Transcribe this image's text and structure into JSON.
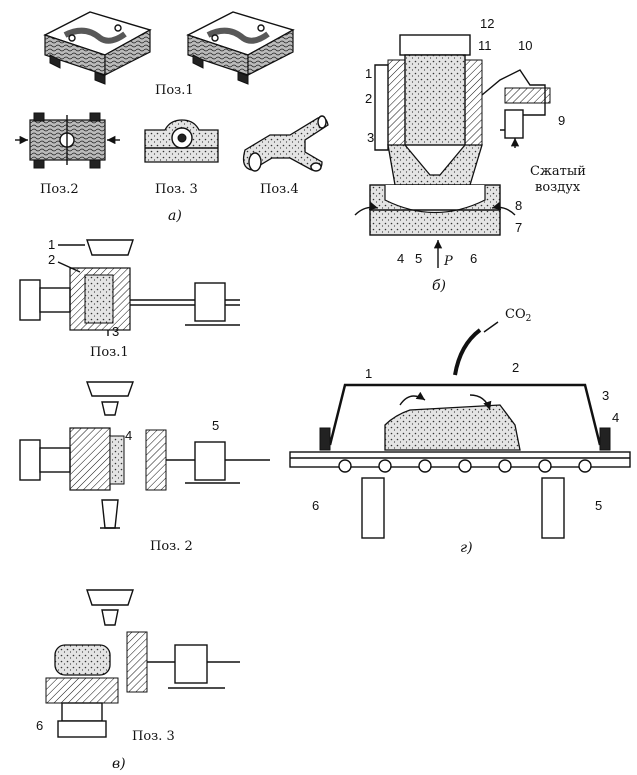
{
  "panels": {
    "a": {
      "caption": "а)",
      "poz1": "Поз.1",
      "poz2": "Поз.2",
      "poz3": "Поз. 3",
      "poz4": "Поз.4"
    },
    "b": {
      "caption": "б)",
      "air_label_1": "Сжатый",
      "air_label_2": "воздух",
      "p_label": "P",
      "nums": [
        "1",
        "2",
        "3",
        "4",
        "5",
        "6",
        "7",
        "8",
        "9",
        "10",
        "11",
        "12"
      ]
    },
    "v": {
      "caption": "в)",
      "poz1": "Поз.1",
      "poz2": "Поз. 2",
      "poz3": "Поз. 3",
      "nums": [
        "1",
        "2",
        "3",
        "4",
        "5",
        "6"
      ]
    },
    "g": {
      "caption": "г)",
      "gas_label": "CO",
      "gas_sub": "2",
      "nums": [
        "1",
        "2",
        "3",
        "4",
        "5",
        "6"
      ]
    }
  },
  "colors": {
    "ink": "#111111",
    "paper": "#ffffff",
    "sand": "#cfcfcf"
  }
}
